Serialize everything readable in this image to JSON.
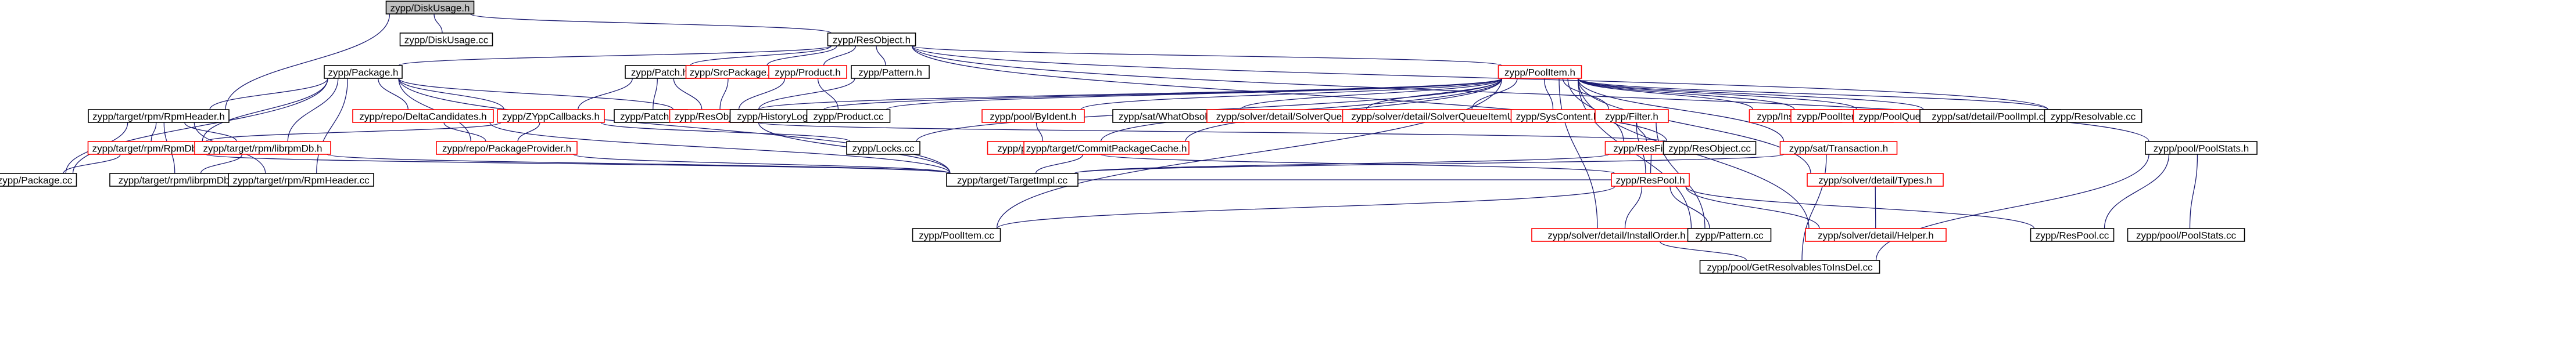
{
  "diagram": {
    "nodes": [
      {
        "id": "diskusage_h",
        "label": "zypp/DiskUsage.h",
        "style": "focus"
      },
      {
        "id": "diskusage_cc",
        "label": "zypp/DiskUsage.cc",
        "style": "plain"
      },
      {
        "id": "resobject_h",
        "label": "zypp/ResObject.h",
        "style": "plain"
      },
      {
        "id": "package_h",
        "label": "zypp/Package.h",
        "style": "plain"
      },
      {
        "id": "patch_h",
        "label": "zypp/Patch.h",
        "style": "plain"
      },
      {
        "id": "srcpackage_h",
        "label": "zypp/SrcPackage.h",
        "style": "linked"
      },
      {
        "id": "product_h",
        "label": "zypp/Product.h",
        "style": "linked"
      },
      {
        "id": "pattern_h",
        "label": "zypp/Pattern.h",
        "style": "plain"
      },
      {
        "id": "poolitem_h",
        "label": "zypp/PoolItem.h",
        "style": "linked"
      },
      {
        "id": "rpmheader_h",
        "label": "zypp/target/rpm/RpmHeader.h",
        "style": "plain"
      },
      {
        "id": "deltacandidates_h",
        "label": "zypp/repo/DeltaCandidates.h",
        "style": "linked"
      },
      {
        "id": "zyppcallbacks_h",
        "label": "zypp/ZYppCallbacks.h",
        "style": "linked"
      },
      {
        "id": "patch_cc",
        "label": "zypp/Patch.cc",
        "style": "plain"
      },
      {
        "id": "resobjects_h",
        "label": "zypp/ResObjects.h",
        "style": "linked"
      },
      {
        "id": "historylog_cc",
        "label": "zypp/HistoryLog.cc",
        "style": "plain"
      },
      {
        "id": "product_cc",
        "label": "zypp/Product.cc",
        "style": "plain"
      },
      {
        "id": "byident_h",
        "label": "zypp/pool/ByIdent.h",
        "style": "linked"
      },
      {
        "id": "whatobsoletes_cc",
        "label": "zypp/sat/WhatObsoletes.cc",
        "style": "plain"
      },
      {
        "id": "solverqueueitemlock_h",
        "label": "zypp/solver/detail/SolverQueueItemLock.h",
        "style": "linked"
      },
      {
        "id": "solverqueueitemupdate_h",
        "label": "zypp/solver/detail/SolverQueueItemUpdate.h",
        "style": "linked"
      },
      {
        "id": "syscontent_h",
        "label": "zypp/SysContent.h",
        "style": "linked"
      },
      {
        "id": "filter_h",
        "label": "zypp/Filter.h",
        "style": "linked"
      },
      {
        "id": "installedb_h",
        "label": "zypp/InstanceId.h",
        "style": "linked"
      },
      {
        "id": "poolitembest_h",
        "label": "zypp/PoolItemBest.h",
        "style": "linked"
      },
      {
        "id": "poolqueryresult_h",
        "label": "zypp/PoolQueryResult.h",
        "style": "linked"
      },
      {
        "id": "poolimpl_cc",
        "label": "zypp/sat/detail/PoolImpl.cc",
        "style": "plain"
      },
      {
        "id": "resolvable_cc",
        "label": "zypp/Resolvable.cc",
        "style": "plain"
      },
      {
        "id": "rpmdb_h",
        "label": "zypp/target/rpm/RpmDb.h",
        "style": "linked"
      },
      {
        "id": "librpmdb_h",
        "label": "zypp/target/rpm/librpmDb.h",
        "style": "linked"
      },
      {
        "id": "packageprovider_h",
        "label": "zypp/repo/PackageProvider.h",
        "style": "linked"
      },
      {
        "id": "pooltraits_h",
        "label": "zypp/pool/PoolTraits.h",
        "style": "linked"
      },
      {
        "id": "commitpackagecache_h",
        "label": "zypp/target/CommitPackageCache.h",
        "style": "linked"
      },
      {
        "id": "locks_cc",
        "label": "zypp/Locks.cc",
        "style": "plain"
      },
      {
        "id": "resfilters_h",
        "label": "zypp/ResFilters.h",
        "style": "linked"
      },
      {
        "id": "resobject_cc",
        "label": "zypp/ResObject.cc",
        "style": "plain"
      },
      {
        "id": "transaction_h",
        "label": "zypp/sat/Transaction.h",
        "style": "linked"
      },
      {
        "id": "poolstats_h",
        "label": "zypp/pool/PoolStats.h",
        "style": "plain"
      },
      {
        "id": "package_cc",
        "label": "zypp/Package.cc",
        "style": "plain"
      },
      {
        "id": "librpmdb_cc",
        "label": "zypp/target/rpm/librpmDb.cc",
        "style": "plain"
      },
      {
        "id": "rpmheader_cc",
        "label": "zypp/target/rpm/RpmHeader.cc",
        "style": "plain"
      },
      {
        "id": "targetimpl_cc",
        "label": "zypp/target/TargetImpl.cc",
        "style": "plain"
      },
      {
        "id": "respool_h",
        "label": "zypp/ResPool.h",
        "style": "linked"
      },
      {
        "id": "types_h",
        "label": "zypp/solver/detail/Types.h",
        "style": "linked"
      },
      {
        "id": "poolitem_cc",
        "label": "zypp/PoolItem.cc",
        "style": "plain"
      },
      {
        "id": "installorder_h",
        "label": "zypp/solver/detail/InstallOrder.h",
        "style": "linked"
      },
      {
        "id": "pattern_cc",
        "label": "zypp/Pattern.cc",
        "style": "plain"
      },
      {
        "id": "helper_h",
        "label": "zypp/solver/detail/Helper.h",
        "style": "linked"
      },
      {
        "id": "respool_cc",
        "label": "zypp/ResPool.cc",
        "style": "plain"
      },
      {
        "id": "poolstats_cc",
        "label": "zypp/pool/PoolStats.cc",
        "style": "plain"
      },
      {
        "id": "getresolvablestoinsdel_cc",
        "label": "zypp/pool/GetResolvablesToInsDel.cc",
        "style": "plain"
      }
    ],
    "edges": [
      [
        "diskusage_h",
        "diskusage_cc"
      ],
      [
        "diskusage_h",
        "resobject_h"
      ],
      [
        "diskusage_h",
        "rpmheader_h"
      ],
      [
        "resobject_h",
        "package_h"
      ],
      [
        "resobject_h",
        "patch_h"
      ],
      [
        "resobject_h",
        "srcpackage_h"
      ],
      [
        "resobject_h",
        "product_h"
      ],
      [
        "resobject_h",
        "pattern_h"
      ],
      [
        "resobject_h",
        "poolitem_h"
      ],
      [
        "resobject_h",
        "resobject_cc"
      ],
      [
        "resobject_h",
        "resolvable_cc"
      ],
      [
        "resobject_h",
        "poolstats_h"
      ],
      [
        "package_h",
        "rpmheader_h"
      ],
      [
        "package_h",
        "deltacandidates_h"
      ],
      [
        "package_h",
        "zyppcallbacks_h"
      ],
      [
        "package_h",
        "resobjects_h"
      ],
      [
        "package_h",
        "package_cc"
      ],
      [
        "package_h",
        "rpmdb_h"
      ],
      [
        "package_h",
        "librpmdb_h"
      ],
      [
        "package_h",
        "packageprovider_h"
      ],
      [
        "package_h",
        "targetimpl_cc"
      ],
      [
        "package_h",
        "rpmheader_cc"
      ],
      [
        "patch_h",
        "zyppcallbacks_h"
      ],
      [
        "patch_h",
        "patch_cc"
      ],
      [
        "patch_h",
        "resobjects_h"
      ],
      [
        "srcpackage_h",
        "resobjects_h"
      ],
      [
        "product_h",
        "resobjects_h"
      ],
      [
        "product_h",
        "product_cc"
      ],
      [
        "pattern_h",
        "resobjects_h"
      ],
      [
        "poolitem_h",
        "resobjects_h"
      ],
      [
        "poolitem_h",
        "historylog_cc"
      ],
      [
        "poolitem_h",
        "product_cc"
      ],
      [
        "poolitem_h",
        "byident_h"
      ],
      [
        "poolitem_h",
        "whatobsoletes_cc"
      ],
      [
        "poolitem_h",
        "solverqueueitemlock_h"
      ],
      [
        "poolitem_h",
        "solverqueueitemupdate_h"
      ],
      [
        "poolitem_h",
        "syscontent_h"
      ],
      [
        "poolitem_h",
        "filter_h"
      ],
      [
        "poolitem_h",
        "installedb_h"
      ],
      [
        "poolitem_h",
        "poolitembest_h"
      ],
      [
        "poolitem_h",
        "poolqueryresult_h"
      ],
      [
        "poolitem_h",
        "poolimpl_cc"
      ],
      [
        "poolitem_h",
        "resolvable_cc"
      ],
      [
        "poolitem_h",
        "locks_cc"
      ],
      [
        "poolitem_h",
        "pooltraits_h"
      ],
      [
        "poolitem_h",
        "commitpackagecache_h"
      ],
      [
        "poolitem_h",
        "resfilters_h"
      ],
      [
        "poolitem_h",
        "transaction_h"
      ],
      [
        "poolitem_h",
        "types_h"
      ],
      [
        "poolitem_h",
        "poolitem_cc"
      ],
      [
        "poolitem_h",
        "installorder_h"
      ],
      [
        "poolitem_h",
        "helper_h"
      ],
      [
        "poolitem_h",
        "pattern_cc"
      ],
      [
        "rpmheader_h",
        "rpmdb_h"
      ],
      [
        "rpmheader_h",
        "librpmdb_h"
      ],
      [
        "rpmheader_h",
        "package_cc"
      ],
      [
        "rpmheader_h",
        "librpmdb_cc"
      ],
      [
        "rpmheader_h",
        "rpmheader_cc"
      ],
      [
        "deltacandidates_h",
        "packageprovider_h"
      ],
      [
        "deltacandidates_h",
        "targetimpl_cc"
      ],
      [
        "zyppcallbacks_h",
        "rpmdb_h"
      ],
      [
        "zyppcallbacks_h",
        "packageprovider_h"
      ],
      [
        "zyppcallbacks_h",
        "locks_cc"
      ],
      [
        "resobjects_h",
        "targetimpl_cc"
      ],
      [
        "resobjects_h",
        "resobject_cc"
      ],
      [
        "rpmdb_h",
        "package_cc"
      ],
      [
        "rpmdb_h",
        "targetimpl_cc"
      ],
      [
        "librpmdb_h",
        "librpmdb_cc"
      ],
      [
        "librpmdb_h",
        "targetimpl_cc"
      ],
      [
        "packageprovider_h",
        "targetimpl_cc"
      ],
      [
        "byident_h",
        "pooltraits_h"
      ],
      [
        "pooltraits_h",
        "respool_h"
      ],
      [
        "commitpackagecache_h",
        "targetimpl_cc"
      ],
      [
        "filter_h",
        "resfilters_h"
      ],
      [
        "filter_h",
        "respool_h"
      ],
      [
        "filter_h",
        "pattern_cc"
      ],
      [
        "resfilters_h",
        "targetimpl_cc"
      ],
      [
        "resfilters_h",
        "respool_h"
      ],
      [
        "transaction_h",
        "targetimpl_cc"
      ],
      [
        "transaction_h",
        "getresolvablestoinsdel_cc"
      ],
      [
        "respool_h",
        "targetimpl_cc"
      ],
      [
        "respool_h",
        "poolitem_cc"
      ],
      [
        "respool_h",
        "installorder_h"
      ],
      [
        "respool_h",
        "pattern_cc"
      ],
      [
        "respool_h",
        "helper_h"
      ],
      [
        "respool_h",
        "respool_cc"
      ],
      [
        "types_h",
        "helper_h"
      ],
      [
        "installorder_h",
        "getresolvablestoinsdel_cc"
      ],
      [
        "poolstats_h",
        "respool_cc"
      ],
      [
        "poolstats_h",
        "poolstats_cc"
      ],
      [
        "poolstats_h",
        "getresolvablestoinsdel_cc"
      ]
    ]
  }
}
